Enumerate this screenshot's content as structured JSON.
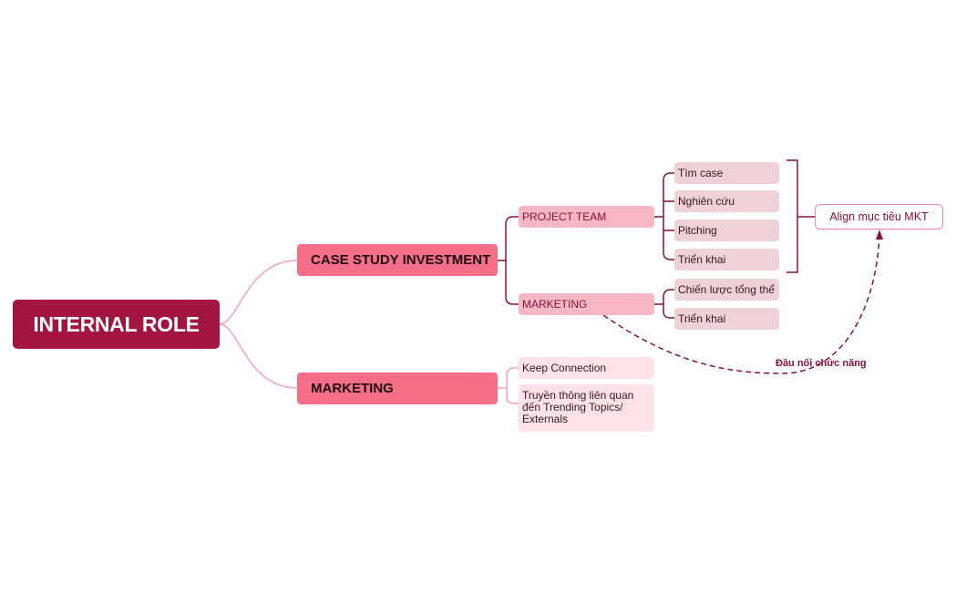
{
  "root": "INTERNAL ROLE",
  "branches": [
    {
      "label": "CASE STUDY INVESTMENT",
      "children": [
        {
          "label": "PROJECT TEAM",
          "children": [
            "Tìm case",
            "Nghiên cứu",
            "Pitching",
            "Triển khai"
          ]
        },
        {
          "label": "MARKETING",
          "children": [
            "Chiến lược tổng thể",
            "Triển khai"
          ]
        }
      ]
    },
    {
      "label": "MARKETING",
      "children": [
        {
          "label": "Keep Connection"
        },
        {
          "label": "Truyền thông liên quan đến Trending Topics/ Externals"
        }
      ]
    }
  ],
  "callout": "Align mục tiêu MKT",
  "connection_label": "Đầu nối chức năng",
  "colors": {
    "root": "#a3143e",
    "level1": "#f76e88",
    "level2": "#f7b7c5",
    "level3": "#efd1d8",
    "leaf": "#fde3e8",
    "connector_light": "#f4a3b5",
    "connector_dark": "#8b1236"
  }
}
